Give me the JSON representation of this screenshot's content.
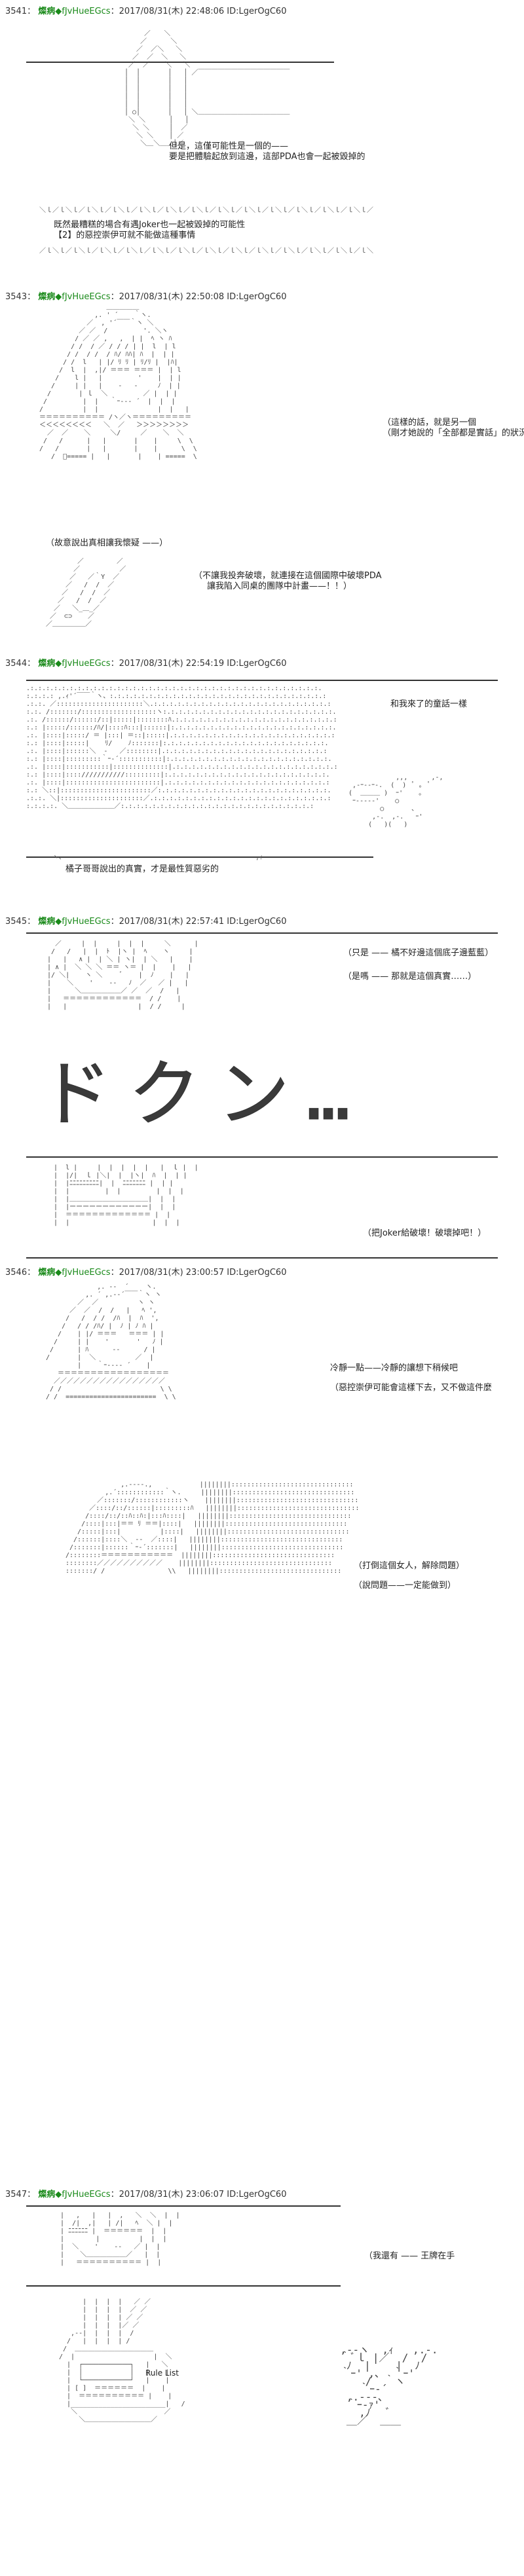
{
  "posts": [
    {
      "no": "3541：",
      "name": "燦病",
      "trip": "◆fJvHueEGcs",
      "meta": "：2017/08/31(木) 22:48:06 ID:LgerOgC60",
      "speech": [
        "但是，這僅可能性是一個的——",
        "要是把體驗起放到這邊，這部PDA也會一起被毀掉的",
        "既然最糟糕的場合有遇Joker也一起被毀掉的可能性",
        "【2】的惡控崇伊可就不能做這種事情"
      ]
    },
    {
      "no": "3543：",
      "name": "燦病",
      "trip": "◆fJvHueEGcs",
      "meta": "：2017/08/31(木) 22:50:08 ID:LgerOgC60",
      "speech": [
        "（這樣的話，就是另一個",
        "（剛才她說的「全部都是實話」的狀況",
        "（故意說出真相讓我懷疑 ——）",
        "（不讓我投奔破壞，就連接在這個國際中破壞PDA",
        "讓我陷入同桌的團隊中計畫——！！）"
      ]
    },
    {
      "no": "3544：",
      "name": "燦病",
      "trip": "◆fJvHueEGcs",
      "meta": "：2017/08/31(木) 22:54:19 ID:LgerOgC60",
      "speech": [
        "和我來了的童話一樣",
        "橘子哥哥說出的真實，才是最性質惡劣的"
      ]
    },
    {
      "no": "3545：",
      "name": "燦病",
      "trip": "◆fJvHueEGcs",
      "meta": "：2017/08/31(木) 22:57:41 ID:LgerOgC60",
      "speech": [
        "（只是 —— 橘不好邊這個底子邊藍藍）",
        "（是嗎 —— 那就是這個真實……）",
        "（把Joker給破壞！破壞掉吧！）"
      ],
      "big_text": "ドクン…"
    },
    {
      "no": "3546：",
      "name": "燦病",
      "trip": "◆fJvHueEGcs",
      "meta": "：2017/08/31(木) 23:00:57 ID:LgerOgC60",
      "speech": [
        "冷靜一點——冷靜的讓想下稍候吧",
        "（惡控崇伊可能會這樣下去，又不做這件麼",
        "（打倒這個女人，解除問題）",
        "（說問題——一定能做到）"
      ]
    },
    {
      "no": "3547：",
      "name": "燦病",
      "trip": "◆fJvHueEGcs",
      "meta": "：2017/08/31(木) 23:06:07 ID:LgerOgC60",
      "speech": [
        "（我還有 —— 王牌在手"
      ],
      "rule_label": "Rule List"
    }
  ]
}
